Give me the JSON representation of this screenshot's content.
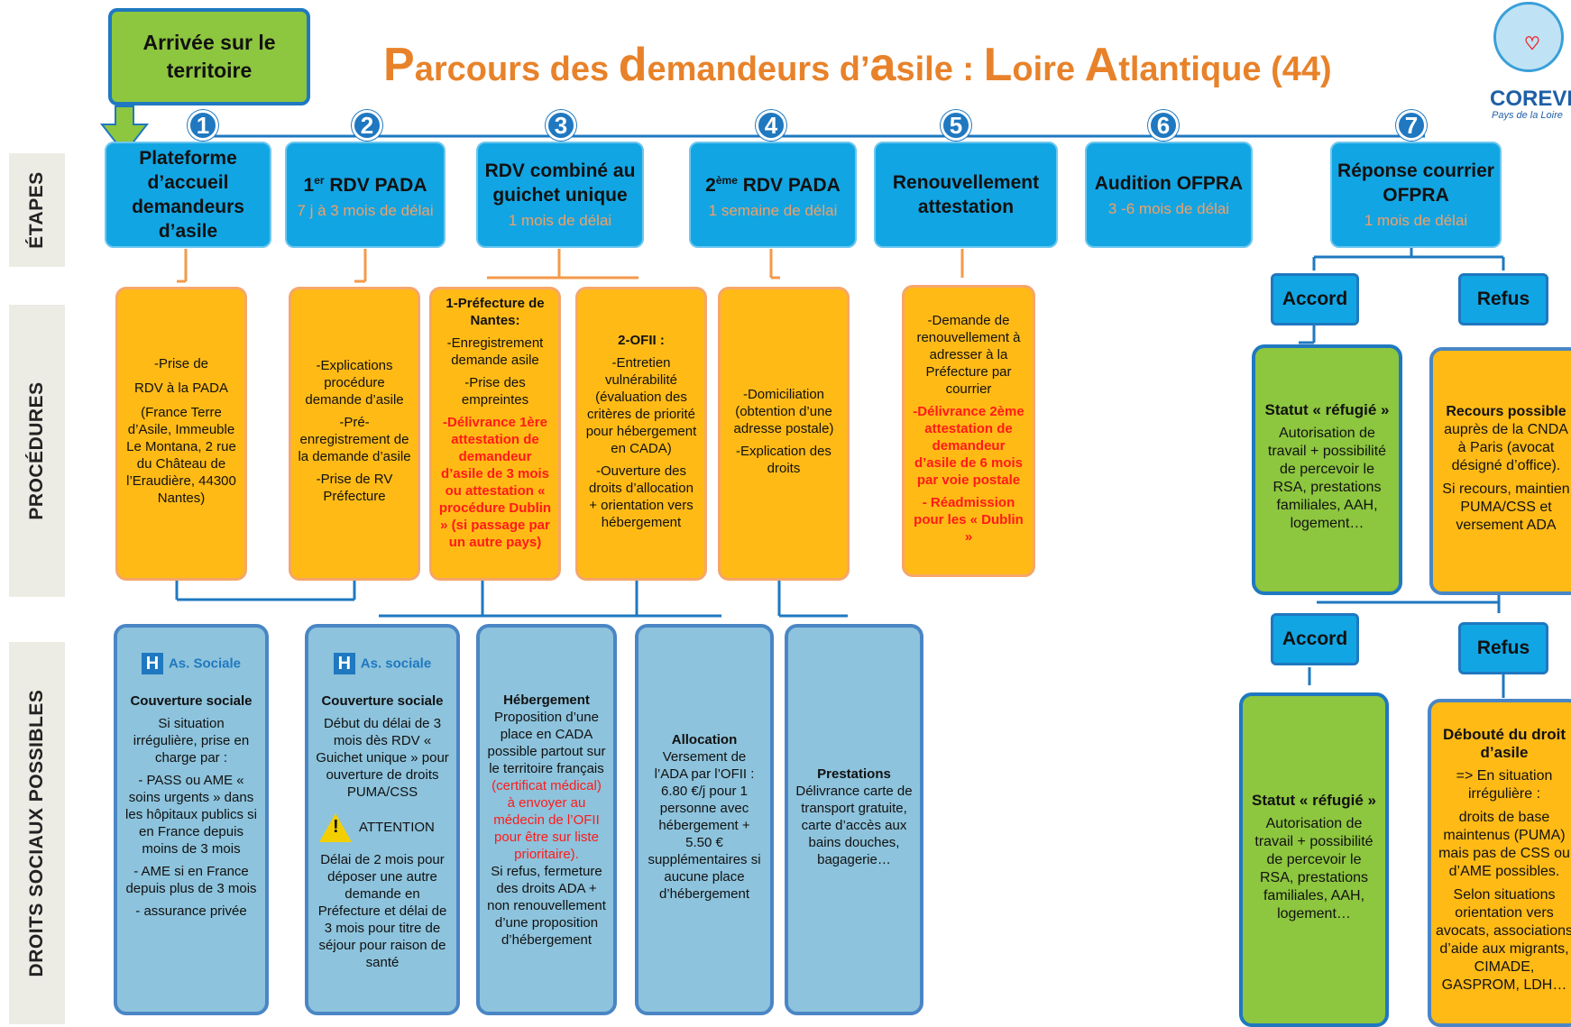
{
  "title": {
    "p1": "P",
    "p2": "arcours des ",
    "p3": "d",
    "p4": "emandeurs d’",
    "p5": "a",
    "p6": "sile : ",
    "p7": "L",
    "p8": "oire ",
    "p9": "A",
    "p10": "tlantique (44)"
  },
  "logo": {
    "text": "COREVIH",
    "sub": "Pays de la Loire"
  },
  "arrivee": "Arrivée sur le territoire",
  "rows": [
    "ÉTAPES",
    "PROCÉDURES",
    "DROITS  SOCIAUX POSSIBLES"
  ],
  "numbers": [
    "1",
    "2",
    "3",
    "4",
    "5",
    "6",
    "7"
  ],
  "steps": [
    {
      "title": "Plateforme d’accueil demandeurs d’asile",
      "delay": ""
    },
    {
      "title": "1er RDV PADA",
      "delay": "7 j à 3 mois de délai"
    },
    {
      "title": "RDV combiné au guichet unique",
      "delay": "1 mois de délai"
    },
    {
      "title": "2ème RDV PADA",
      "delay": "1 semaine de délai"
    },
    {
      "title": "Renouvellement attestation",
      "delay": ""
    },
    {
      "title": "Audition OFPRA",
      "delay": "3 -6 mois de délai"
    },
    {
      "title": "Réponse courrier OFPRA",
      "delay": "1 mois de délai"
    }
  ],
  "proc1": [
    "-Prise de",
    "RDV à  la PADA",
    "(France Terre d’Asile, Immeuble Le Montana, 2 rue du Château de l’Eraudière, 44300 Nantes)"
  ],
  "proc2": [
    "-Explications procédure demande d’asile",
    "-Pré-enregistrement de la demande d’asile",
    "-Prise de RV Préfecture"
  ],
  "proc3": {
    "head": "1-Préfecture de Nantes:",
    "items": [
      "-Enregistrement demande asile",
      "-Prise des empreintes"
    ],
    "red": "-Délivrance 1ère attestation de demandeur d’asile de 3 mois ou attestation « procédure Dublin » (si passage par un autre pays)"
  },
  "proc4": {
    "head": "2-OFII :",
    "items": [
      "-Entretien vulnérabilité (évaluation des critères de priorité pour hébergement en CADA)",
      "-Ouverture des droits d’allocation  + orientation vers hébergement"
    ]
  },
  "proc5": [
    "-Domiciliation (obtention d’une adresse postale)",
    "-Explication des droits"
  ],
  "proc6": {
    "text": "-Demande de renouvellement à adresser à la Préfecture par courrier",
    "red1": "-Délivrance 2ème attestation de demandeur d’asile de 6 mois par voie postale",
    "red2": "- Réadmission pour les « Dublin »"
  },
  "accord": "Accord",
  "refus": "Refus",
  "statut1": {
    "title": "Statut « réfugié »",
    "text": "Autorisation de travail + possibilité de percevoir le RSA, prestations familiales, AAH, logement…"
  },
  "recours": {
    "bold": "Recours possible",
    "text1": " auprès de la CNDA à Paris (avocat désigné d’office).",
    "text2": "Si recours, maintien PUMA/CSS et versement ADA"
  },
  "statut2": {
    "title": "Statut « réfugié »",
    "text": "Autorisation de travail + possibilité de percevoir le RSA, prestations familiales, AAH, logement…"
  },
  "deboute": {
    "title": "Débouté du droit d’asile",
    "l1": "=> En situation irrégulière :",
    "l2": "droits de base maintenus (PUMA) mais pas de CSS ou d’AME possibles.",
    "l3": "Selon situations orientation vers avocats, associations d’aide aux migrants, CIMADE, GASPROM, LDH…"
  },
  "droit1": {
    "as": "As. Sociale",
    "title": "Couverture sociale",
    "l1": "Si situation irrégulière, prise en charge par :",
    "l2": "- PASS ou AME « soins urgents » dans les hôpitaux publics si en France depuis moins de 3 mois",
    "l3": "- AME si en France depuis plus de 3 mois",
    "l4": "-  assurance privée"
  },
  "droit2": {
    "as": "As. sociale",
    "title": "Couverture sociale",
    "l1": "Début du délai de 3 mois dès RDV « Guichet unique » pour ouverture de droits PUMA/CSS",
    "attention": "ATTENTION",
    "l2": "Délai de 2 mois pour déposer une autre demande  en Préfecture et délai de 3 mois pour titre de séjour pour raison de santé"
  },
  "droit3": {
    "title": "Hébergement",
    "l1": "Proposition d’une place en CADA possible partout sur le territoire français",
    "red": "(certificat médical) à envoyer au médecin de l’OFII pour être sur liste prioritaire).",
    "l2": "Si refus, fermeture des droits ADA + non renouvellement d’une proposition d’hébergement"
  },
  "droit4": {
    "title": "Allocation",
    "text": "Versement de l’ADA par l’OFII : 6.80 €/j pour 1 personne avec hébergement + 5.50 € supplémentaires si aucune place d’hébergement"
  },
  "droit5": {
    "title": "Prestations",
    "text": "Délivrance carte de transport gratuite, carte d’accès aux bains douches, bagagerie…"
  },
  "colors": {
    "step": "#12a5e3",
    "proc": "#ffba16",
    "droit": "#8dc3dc",
    "green": "#8dc63f",
    "line": "#1f78c0",
    "title": "#e8822a"
  }
}
